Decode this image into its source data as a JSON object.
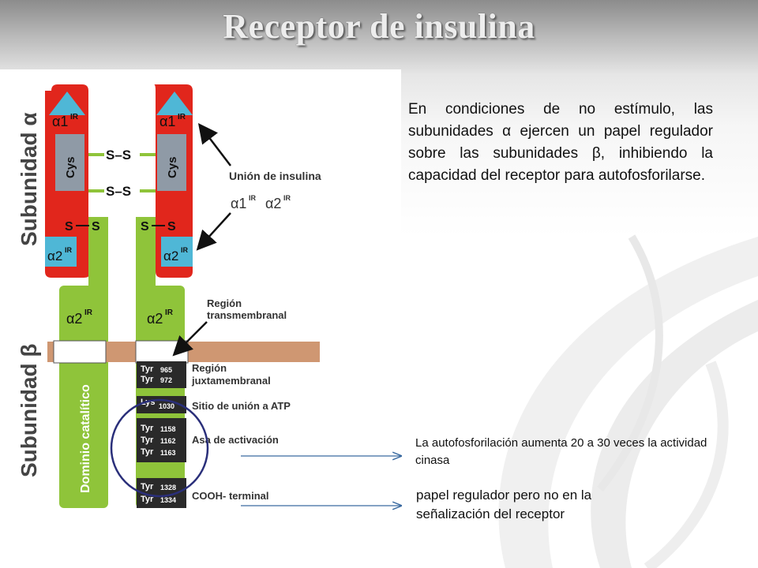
{
  "title": "Receptor de insulina",
  "description": "En condiciones de no estímulo, las subunidades α ejercen un papel regulador sobre las subunidades β, inhibiendo la capacidad del receptor para autofosforilarse.",
  "notes": {
    "activation_loop": "La autofosforilación aumenta 20 a 30 veces la actividad cinasa",
    "cooh_terminal": "papel regulador pero no en la señalización del receptor"
  },
  "diagram": {
    "subunit_alpha_label": "Subunidad α",
    "subunit_beta_label": "Subunidad β",
    "alpha1_label": "α1",
    "alpha2_label": "α2",
    "ir_sup": "IR",
    "cys_label": "Cys",
    "ss_label": "S–S",
    "s_label": "S",
    "catalytic_domain_label": "Dominio catalítico",
    "insulin_binding_label": "Unión de insulina",
    "insulin_binding_sub": {
      "a1": "α1",
      "a2": "α2",
      "sup": "IR"
    },
    "transmembrane_label_1": "Región",
    "transmembrane_label_2": "transmembranal",
    "juxtamembrane_label_1": "Región",
    "juxtamembrane_label_2": "juxtamembranal",
    "atp_site_label": "Sitio de unión a ATP",
    "activation_loop_label": "Asa de activación",
    "cooh_label": "COOH- terminal",
    "tyr": "Tyr",
    "lys": "Lys",
    "residues": {
      "tyr965": "965",
      "tyr972": "972",
      "lys1030": "1030",
      "tyr1158": "1158",
      "tyr1162": "1162",
      "tyr1163": "1163",
      "tyr1328": "1328",
      "tyr1334": "1334"
    }
  },
  "colors": {
    "alpha_red": "#e1261c",
    "beta_green": "#8fc43a",
    "membrane": "#cf9772",
    "cys_box": "#8f9aa6",
    "ir_blue": "#4fb7d6",
    "dark_box": "#2a2a2a",
    "circle": "#2a2f7a",
    "arrow": "#3a6aa0"
  }
}
